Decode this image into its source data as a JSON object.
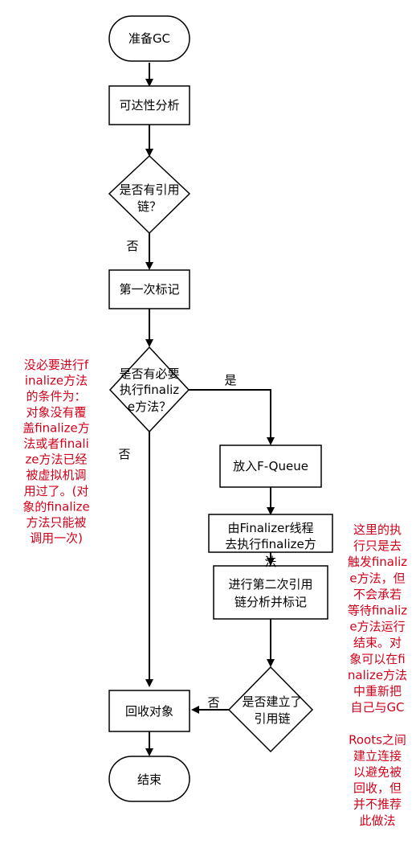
{
  "nodes": {
    "start": "准备GC",
    "reachability": "可达性分析",
    "has_ref_chain": [
      "是否有引用",
      "链？"
    ],
    "first_mark": "第一次标记",
    "need_finalize": [
      "是否有必要",
      "执行finaliz",
      "e方法？"
    ],
    "f_queue": "放入F-Queue",
    "finalizer_thread": [
      "由Finalizer线程",
      "去执行finalize方",
      "法"
    ],
    "second_mark": [
      "进行第二次引用",
      "链分析并标记"
    ],
    "ref_chain_built": [
      "是否建立了",
      "引用链"
    ],
    "reclaim": "回收对象",
    "end": "结束"
  },
  "edge_labels": {
    "no_ref_chain": "否",
    "need_yes": "是",
    "need_no": "否",
    "built_no": "否"
  },
  "notes": {
    "left": [
      "没必要进行f",
      "inalize方法",
      "的条件为：",
      "对象没有覆",
      "盖finalize方",
      "法或者finali",
      "ze方法已经",
      "被虚拟机调",
      "用过了。(对",
      "象的finalize",
      "方法只能被",
      "调用一次)"
    ],
    "right": [
      "这里的执",
      "行只是去",
      "触发finaliz",
      "e方法，但",
      "不会承若",
      "等待finaliz",
      "e方法运行",
      "结束。对",
      "象可以在fi",
      "nalize方法",
      "中重新把",
      "自己与GC",
      "",
      "Roots之间",
      "建立连接",
      "以避免被",
      "回收，但",
      "并不推荐",
      "此做法"
    ]
  },
  "colors": {
    "stroke": "#000000",
    "note": "#d0021b",
    "fill": "#ffffff"
  }
}
